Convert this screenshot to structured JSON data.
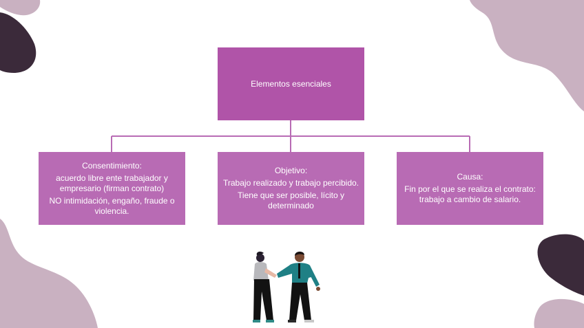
{
  "diagram": {
    "root": {
      "label": "Elementos esenciales"
    },
    "children": [
      {
        "title": "Consentimiento:",
        "lines": [
          "acuerdo libre ente trabajador y empresario (firman contrato)",
          "NO intimidación, engaño, fraude o violencia."
        ]
      },
      {
        "title": "Objetivo:",
        "lines": [
          "Trabajo realizado y trabajo percibido.",
          "Tiene que ser posible, lícito y determinado"
        ]
      },
      {
        "title": "Causa:",
        "lines": [
          "Fin por el que se realiza el contrato: trabajo a cambio de salario."
        ]
      }
    ]
  },
  "colors": {
    "root_box": "#b054a8",
    "child_box": "#b86bb4",
    "connector": "#b86bb4",
    "blob_light": "#c9b1c1",
    "blob_dark": "#3b2a3a"
  },
  "illustration": {
    "icon": "handshake-people-icon"
  }
}
